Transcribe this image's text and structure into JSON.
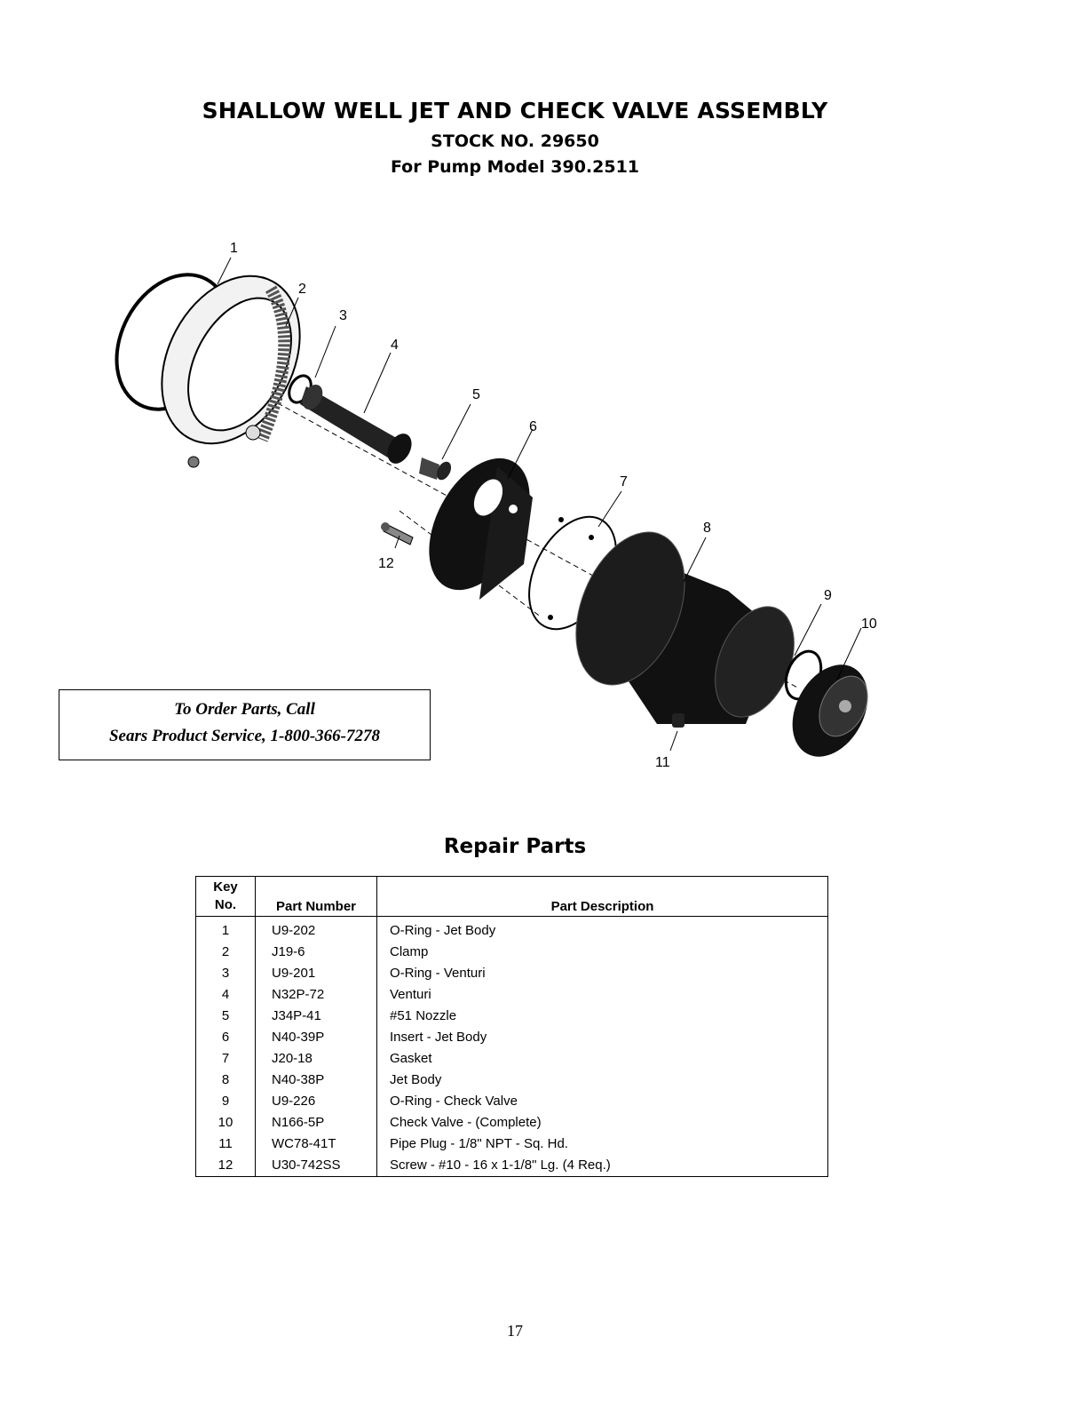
{
  "header": {
    "title": "SHALLOW WELL JET AND CHECK VALVE ASSEMBLY",
    "stock": "STOCK NO. 29650",
    "model": "For Pump Model 390.2511"
  },
  "diagram": {
    "callouts": [
      "1",
      "2",
      "3",
      "4",
      "5",
      "6",
      "7",
      "8",
      "9",
      "10",
      "11",
      "12"
    ]
  },
  "order_box": {
    "line1": "To Order Parts, Call",
    "line2": "Sears Product Service, 1-800-366-7278"
  },
  "repair_parts": {
    "title": "Repair Parts",
    "headers": {
      "key": "Key",
      "no": "No.",
      "part_number": "Part Number",
      "description": "Part Description"
    },
    "rows": [
      {
        "key": "1",
        "part": "U9-202",
        "desc": "O-Ring - Jet Body"
      },
      {
        "key": "2",
        "part": "J19-6",
        "desc": "Clamp"
      },
      {
        "key": "3",
        "part": "U9-201",
        "desc": "O-Ring - Venturi"
      },
      {
        "key": "4",
        "part": "N32P-72",
        "desc": "Venturi"
      },
      {
        "key": "5",
        "part": "J34P-41",
        "desc": "#51 Nozzle"
      },
      {
        "key": "6",
        "part": "N40-39P",
        "desc": "Insert - Jet Body"
      },
      {
        "key": "7",
        "part": "J20-18",
        "desc": "Gasket"
      },
      {
        "key": "8",
        "part": "N40-38P",
        "desc": "Jet Body"
      },
      {
        "key": "9",
        "part": "U9-226",
        "desc": "O-Ring - Check Valve"
      },
      {
        "key": "10",
        "part": "N166-5P",
        "desc": "Check Valve - (Complete)"
      },
      {
        "key": "11",
        "part": "WC78-41T",
        "desc": "Pipe Plug - 1/8\" NPT - Sq. Hd."
      },
      {
        "key": "12",
        "part": "U30-742SS",
        "desc": "Screw - #10 - 16 x 1-1/8\" Lg. (4 Req.)"
      }
    ]
  },
  "page_number": "17"
}
